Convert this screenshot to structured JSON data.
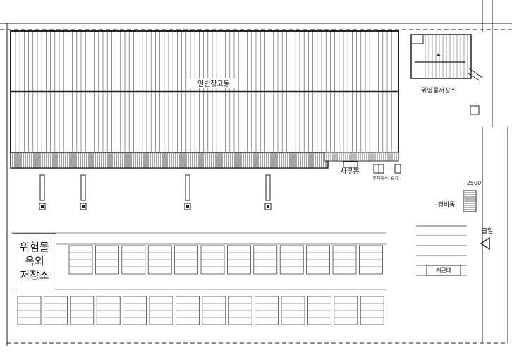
{
  "labels": {
    "general_warehouse": "일반창고동",
    "hazmat_storage": "위험물저장소",
    "office": "사무동",
    "parking_note": "주차대수: 6 대",
    "guard_house": "경비동",
    "entrance": "출입",
    "dimension": "2500",
    "scale": "계근대",
    "outdoor_hazmat_lines": [
      "위험물",
      "옥외",
      "저장소"
    ]
  },
  "colors": {
    "line": "#222222",
    "hatch": "#555555",
    "paper": "#ffffff"
  }
}
